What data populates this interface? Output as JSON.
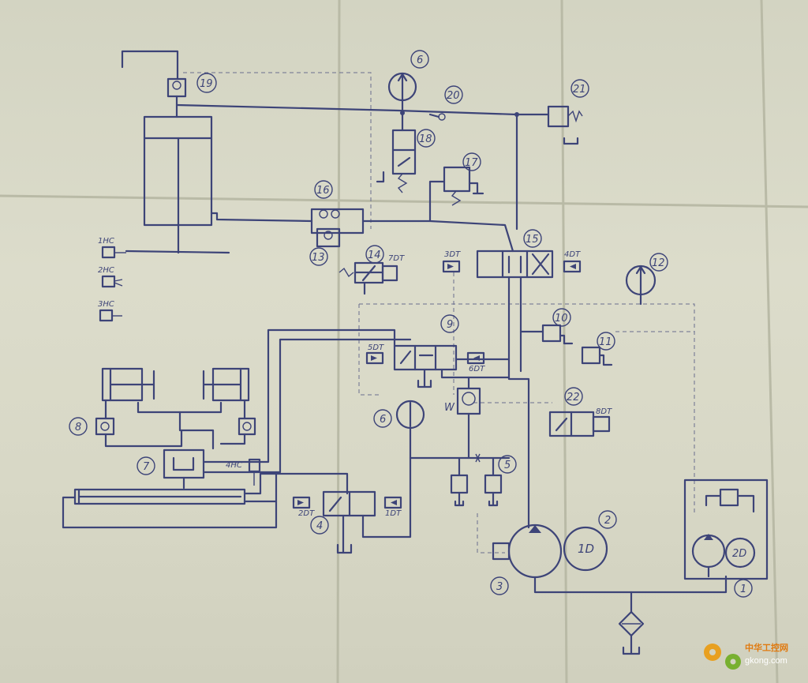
{
  "components": {
    "c1": "1",
    "c2": "2",
    "c3": "3",
    "c4": "4",
    "c5": "5",
    "c6a": "6",
    "c6b": "6",
    "c7": "7",
    "c8": "8",
    "c9": "9",
    "c10": "10",
    "c11": "11",
    "c12": "12",
    "c13": "13",
    "c14": "14",
    "c15": "15",
    "c16": "16",
    "c17": "17",
    "c18": "18",
    "c19": "19",
    "c20": "20",
    "c21": "21",
    "c22": "22"
  },
  "solenoids": {
    "s1": "1DT",
    "s2": "2DT",
    "s3": "3DT",
    "s4": "4DT",
    "s5": "5DT",
    "s6": "6DT",
    "s7": "7DT",
    "s8": "8DT"
  },
  "motors": {
    "m1": "1D",
    "m2": "2D"
  },
  "limits": {
    "h1": "1HC",
    "h2": "2HC",
    "h3": "3HC",
    "h4": "4HC"
  },
  "check_label": "W",
  "watermark": {
    "name": "中华工控网",
    "url": "gkong.com"
  }
}
